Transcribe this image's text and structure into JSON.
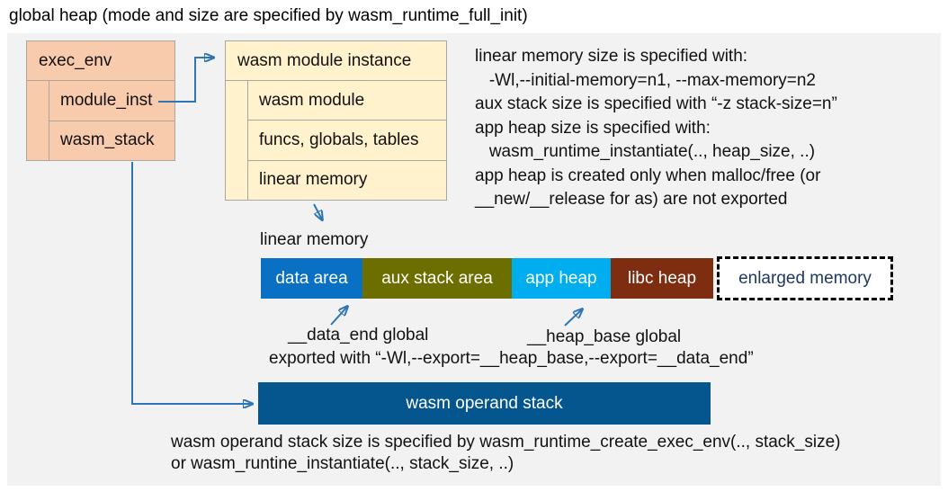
{
  "title": "global heap (mode and size are specified by wasm_runtime_full_init)",
  "exec_env": {
    "header": "exec_env",
    "rows": [
      "module_inst",
      "wasm_stack"
    ]
  },
  "module_instance": {
    "header": "wasm module instance",
    "rows": [
      "wasm module",
      "funcs, globals, tables",
      "linear memory"
    ]
  },
  "notes_right": {
    "lines": [
      "linear memory size is specified with:",
      "   -Wl,--initial-memory=n1, --max-memory=n2",
      "aux stack size is specified with “-z stack-size=n”",
      "app heap size is specified with:",
      "   wasm_runtime_instantiate(.., heap_size, ..)",
      "app heap is created only when malloc/free (or",
      "__new/__release for as) are not exported"
    ]
  },
  "linear_memory": {
    "label": "linear memory",
    "segments": [
      {
        "label": "data area",
        "color": "#0a70c4",
        "text_color": "#ffffff"
      },
      {
        "label": "aux stack area",
        "color": "#6c6e00",
        "text_color": "#ffffff"
      },
      {
        "label": "app heap",
        "color": "#00aeef",
        "text_color": "#ffffff"
      },
      {
        "label": "libc heap",
        "color": "#7e2d10",
        "text_color": "#ffffff"
      },
      {
        "label": "enlarged memory",
        "color": "#ffffff",
        "text_color": "#1f3864",
        "dashed": true
      }
    ]
  },
  "annotations": {
    "data_end": "__data_end global",
    "heap_base": "__heap_base global",
    "exported": "exported with “-Wl,--export=__heap_base,--export=__data_end”"
  },
  "operand_stack": {
    "label": "wasm operand stack"
  },
  "notes_bottom": {
    "lines": [
      "wasm operand stack size is specified by wasm_runtime_create_exec_env(.., stack_size)",
      "or wasm_runtine_instantiate(.., stack_size, ..)"
    ]
  },
  "colors": {
    "panel": "#f2f2f2",
    "exec_env_fill": "#f8cbad",
    "module_instance_fill": "#fff2cc",
    "box_border": "#a6a6a6",
    "connector": "#2e75b6",
    "operand_stack_fill": "#05568f",
    "enlarged_text": "#1f3864"
  }
}
